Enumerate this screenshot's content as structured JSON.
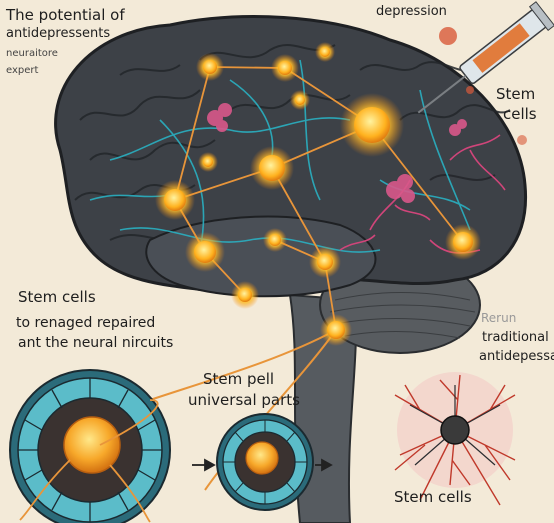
{
  "labels": {
    "title_line1": "The potential of",
    "title_line2": "antidepressents",
    "title_line3": "neuraitore",
    "title_line4": "expert",
    "depression": "depression",
    "stem_cells_right_line1": "Stem",
    "stem_cells_right_line2": "cells",
    "stem_cells_left": "Stem cells",
    "repaired_line": "to renaged repaired",
    "circuits_line": "ant the neural nircuits",
    "rerun": "Rerun",
    "traditional": "traditional",
    "antidepressants": "antidepessants",
    "stem_pell": "Stem pell",
    "universal_parts": "universal parts",
    "stem_cells_bottom": "Stem cells"
  },
  "colors": {
    "background": "#f3ead8",
    "brain": "#3d4147",
    "neuron_glow": "#ffb21f",
    "neuron_link": "#e8953a",
    "vessel": "#d0457a",
    "nerve": "#2ab0c2",
    "membrane": "#5bbcc9",
    "syringe_liquid": "#e2691f"
  },
  "icons": {
    "syringe": "syringe-icon",
    "arrow": "arrow-right-icon"
  }
}
